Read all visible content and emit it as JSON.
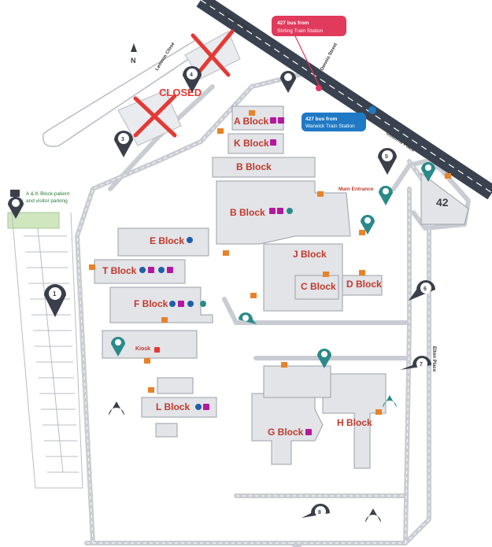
{
  "streets": {
    "osborne_top": "Osborne Place",
    "osborne_right": "Osborne Place",
    "lemnos": "Lemnos Close",
    "dennis": "Dennis Street",
    "elton": "Elton Place"
  },
  "compass": "N",
  "closed_label": "CLOSED",
  "bus_stirling": {
    "line1": "427 bus from",
    "line2": "Stirling Train Station",
    "color": "#e03a5c"
  },
  "bus_warwick": {
    "line1": "427 bus from",
    "line2": "Warwick Train Station",
    "color": "#1f79c4"
  },
  "main_entrance": "Main Entrance",
  "kiosk": "Kiosk",
  "building_42": "42",
  "ak_parking": {
    "line1": "A & K Block patient",
    "line2": "and visitor parking"
  },
  "blocks": {
    "a": "A Block",
    "k": "K Block",
    "b_north": "B Block",
    "b_main": "B Block",
    "e": "E Block",
    "t": "T Block",
    "f": "F Block",
    "j": "J Block",
    "c": "C Block",
    "d": "D Block",
    "l": "L Block",
    "g": "G Block",
    "h": "H Block"
  },
  "car_parks": [
    "1",
    "3",
    "4",
    "5",
    "6",
    "7",
    "8"
  ],
  "colors": {
    "road": "#3a4250",
    "building": "#e2e4e8",
    "outline": "#9aa0a8",
    "pin_dark": "#3a3f4a",
    "pin_teal": "#2a8a8a",
    "entrance": "#e8832a",
    "closed": "#e53935",
    "parking_green": "#cfe6bf"
  }
}
